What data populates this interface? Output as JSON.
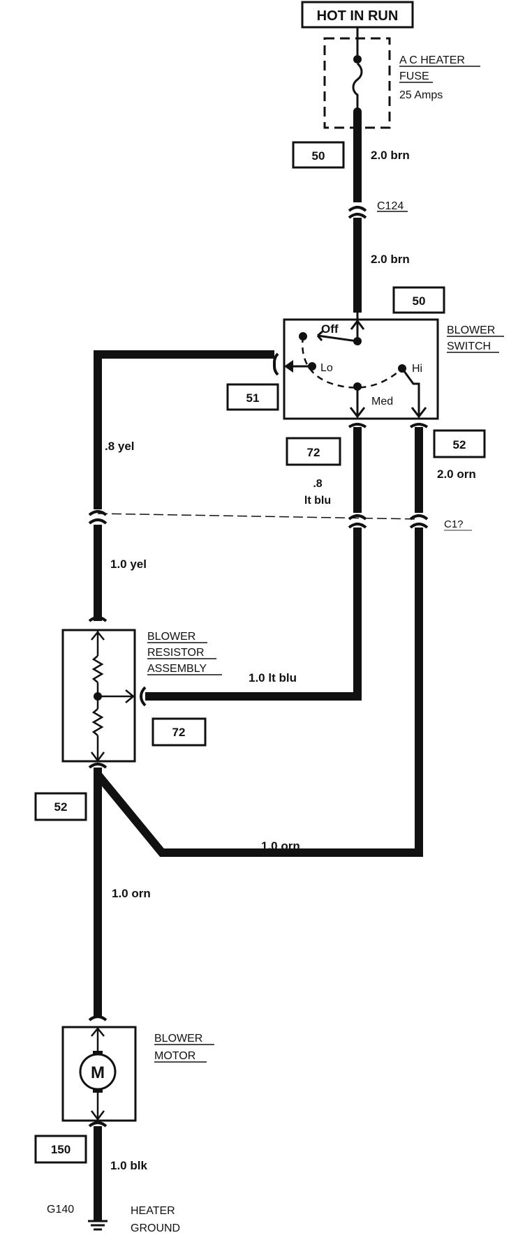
{
  "supply": {
    "label": "HOT IN RUN"
  },
  "fuse": {
    "line1": "A C HEATER",
    "line2": "FUSE",
    "rating": "25 Amps"
  },
  "circuits": {
    "c50a": "50",
    "c50b": "50",
    "c51": "51",
    "c72a": "72",
    "c52a": "52",
    "c72b": "72",
    "c52b": "52",
    "c150": "150"
  },
  "wires": {
    "w_brn_1": "2.0 brn",
    "w_brn_2": "2.0 brn",
    "w_yel_08": ".8 yel",
    "w_ltblu_08_a": ".8",
    "w_ltblu_08_b": "lt blu",
    "w_orn_20": "2.0 orn",
    "w_yel_10": "1.0 yel",
    "w_ltblu_10": "1.0 lt blu",
    "w_orn_10_h": "1.0 orn",
    "w_orn_10_v": "1.0 orn",
    "w_blk_10": "1.0 blk"
  },
  "connectors": {
    "c124": "C124",
    "c2": "C1?"
  },
  "switch": {
    "line1": "BLOWER",
    "line2": "SWITCH",
    "off": "Off",
    "lo": "Lo",
    "med": "Med",
    "hi": "Hi"
  },
  "resistor": {
    "line1": "BLOWER",
    "line2": "RESISTOR",
    "line3": "ASSEMBLY"
  },
  "motor": {
    "line1": "BLOWER",
    "line2": "MOTOR",
    "symbol": "M"
  },
  "ground": {
    "id": "G140",
    "line1": "HEATER",
    "line2": "GROUND"
  }
}
